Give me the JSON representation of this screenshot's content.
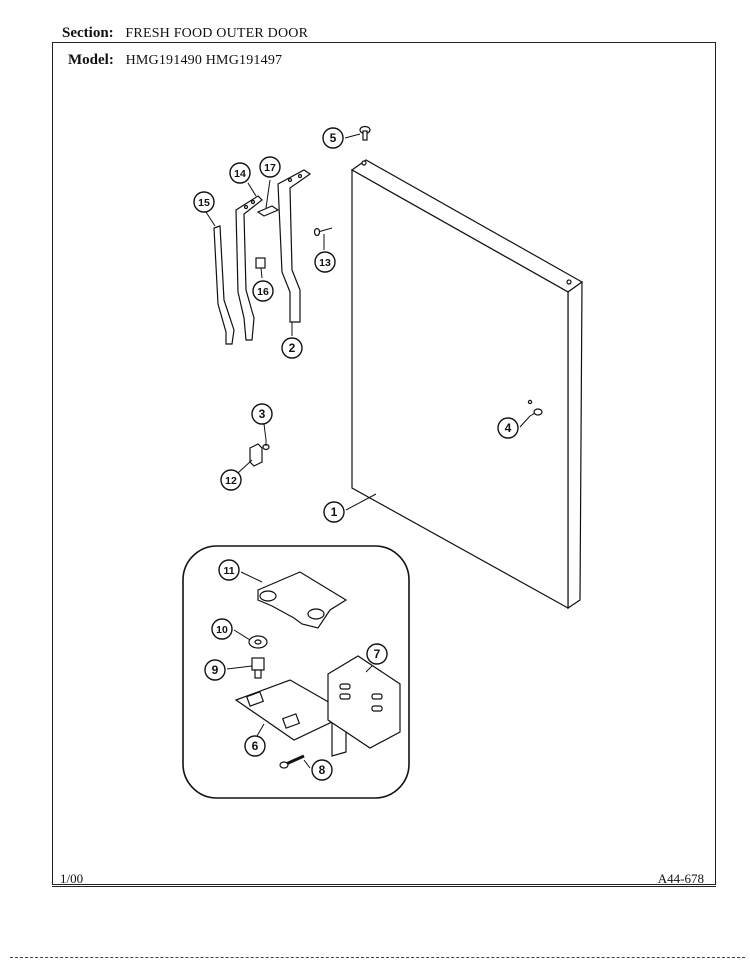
{
  "header": {
    "section_label": "Section:",
    "section_value": "FRESH FOOD OUTER DOOR",
    "model_label": "Model:",
    "model_value": "HMG191490 HMG191497"
  },
  "footer": {
    "date": "1/00",
    "code": "A44-678"
  },
  "callouts": [
    "1",
    "2",
    "3",
    "4",
    "5",
    "6",
    "7",
    "8",
    "9",
    "10",
    "11",
    "12",
    "13",
    "14",
    "15",
    "16",
    "17"
  ]
}
